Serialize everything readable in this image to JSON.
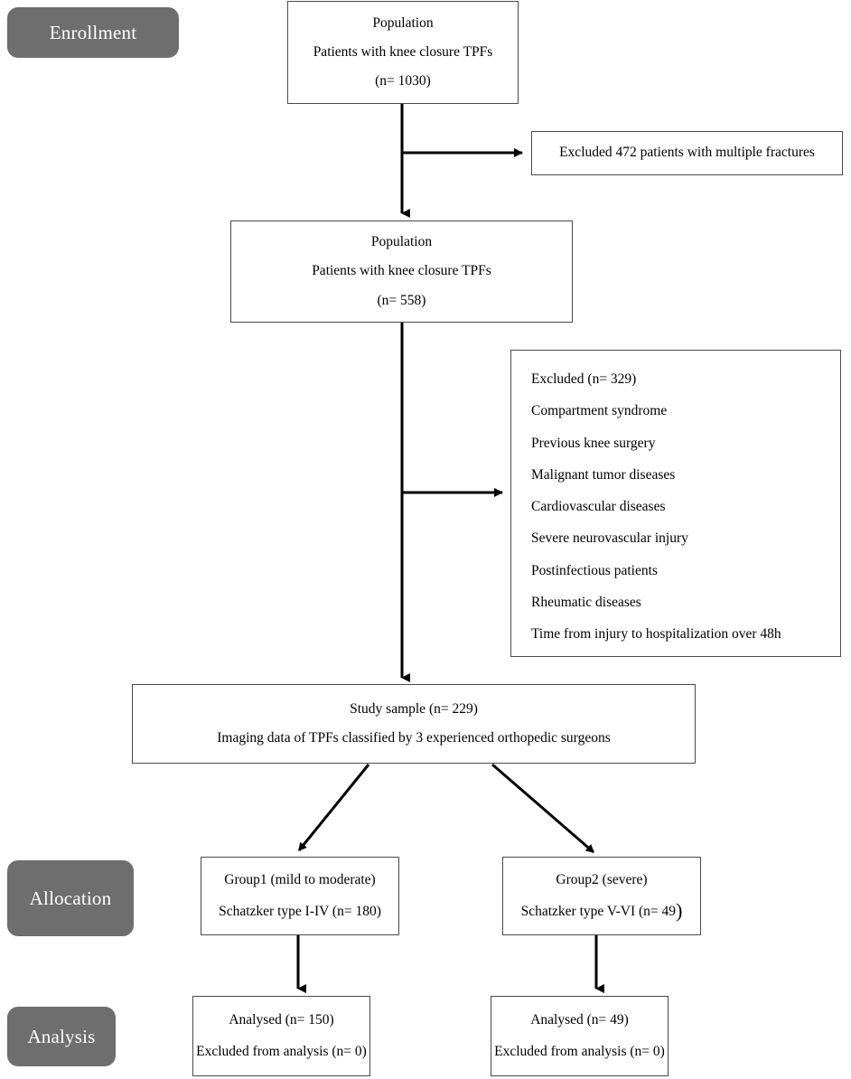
{
  "diagram": {
    "title": "CONSORT-style patient enrollment flow diagram",
    "type": "flowchart",
    "line_color": "#000000",
    "box_border_color": "#4a4a4a",
    "pill_fill": "#6e6e6e",
    "pill_text_color": "#ffffff",
    "background": "#ffffff"
  },
  "stages": [
    {
      "id": "enrollment",
      "label": "Enrollment"
    },
    {
      "id": "allocation",
      "label": "Allocation"
    },
    {
      "id": "analysis",
      "label": "Analysis"
    }
  ],
  "nodes": {
    "population_initial": {
      "lines": [
        "Population",
        "Patients with knee closure TPFs",
        "(n= 1030)"
      ]
    },
    "excluded_multiple_fractures": {
      "lines": [
        "Excluded 472 patients with multiple fractures"
      ]
    },
    "population_filtered": {
      "lines": [
        "Population",
        "Patients with knee closure TPFs",
        "(n= 558)"
      ]
    },
    "exclusion_criteria": {
      "lines": [
        "Excluded (n= 329)",
        "Compartment syndrome",
        "Previous knee surgery",
        "Malignant tumor diseases",
        "Cardiovascular diseases",
        "Severe neurovascular injury",
        "Postinfectious patients",
        "Rheumatic diseases",
        "Time from injury to hospitalization over 48h"
      ]
    },
    "study_sample": {
      "lines": [
        "Study sample (n= 229)",
        "Imaging data of TPFs classified by 3 experienced orthopedic surgeons"
      ]
    },
    "group1": {
      "lines": [
        "Group1 (mild to moderate)",
        "Schatzker type I-IV (n= 180)"
      ]
    },
    "group2": {
      "line1": "Group2 (severe)",
      "line2_prefix": "Schatzker type V-VI (n= 49",
      "line2_suffix": ")"
    },
    "analysed_group1": {
      "lines": [
        "Analysed (n= 150)",
        "Excluded from analysis (n= 0)"
      ]
    },
    "analysed_group2": {
      "lines": [
        "Analysed (n= 49)",
        "Excluded from analysis (n= 0)"
      ]
    }
  },
  "chart_data": {
    "type": "flow",
    "title": "Patient enrollment, allocation and analysis flow",
    "stages": [
      "Enrollment",
      "Allocation",
      "Analysis"
    ],
    "counts": {
      "initial_population": 1030,
      "excluded_multiple_fractures": 472,
      "after_first_exclusion": 558,
      "excluded_criteria_total": 329,
      "study_sample": 229,
      "group1_schatzker_I_IV": 180,
      "group2_schatzker_V_VI": 49,
      "group1_analysed": 150,
      "group1_excluded_from_analysis": 0,
      "group2_analysed": 49,
      "group2_excluded_from_analysis": 0
    },
    "exclusion_reasons": [
      "Compartment syndrome",
      "Previous knee surgery",
      "Malignant tumor diseases",
      "Cardiovascular diseases",
      "Severe neurovascular injury",
      "Postinfectious patients",
      "Rheumatic diseases",
      "Time from injury to hospitalization over 48h"
    ],
    "edges": [
      {
        "from": "initial_population",
        "to": "after_first_exclusion",
        "kind": "vertical"
      },
      {
        "from": "initial_population",
        "to": "excluded_multiple_fractures",
        "kind": "branch-right"
      },
      {
        "from": "after_first_exclusion",
        "to": "study_sample",
        "kind": "vertical"
      },
      {
        "from": "after_first_exclusion",
        "to": "excluded_criteria_total",
        "kind": "branch-right"
      },
      {
        "from": "study_sample",
        "to": "group1_schatzker_I_IV",
        "kind": "diagonal-left"
      },
      {
        "from": "study_sample",
        "to": "group2_schatzker_V_VI",
        "kind": "diagonal-right"
      },
      {
        "from": "group1_schatzker_I_IV",
        "to": "group1_analysed",
        "kind": "vertical"
      },
      {
        "from": "group2_schatzker_V_VI",
        "to": "group2_analysed",
        "kind": "vertical"
      }
    ]
  }
}
